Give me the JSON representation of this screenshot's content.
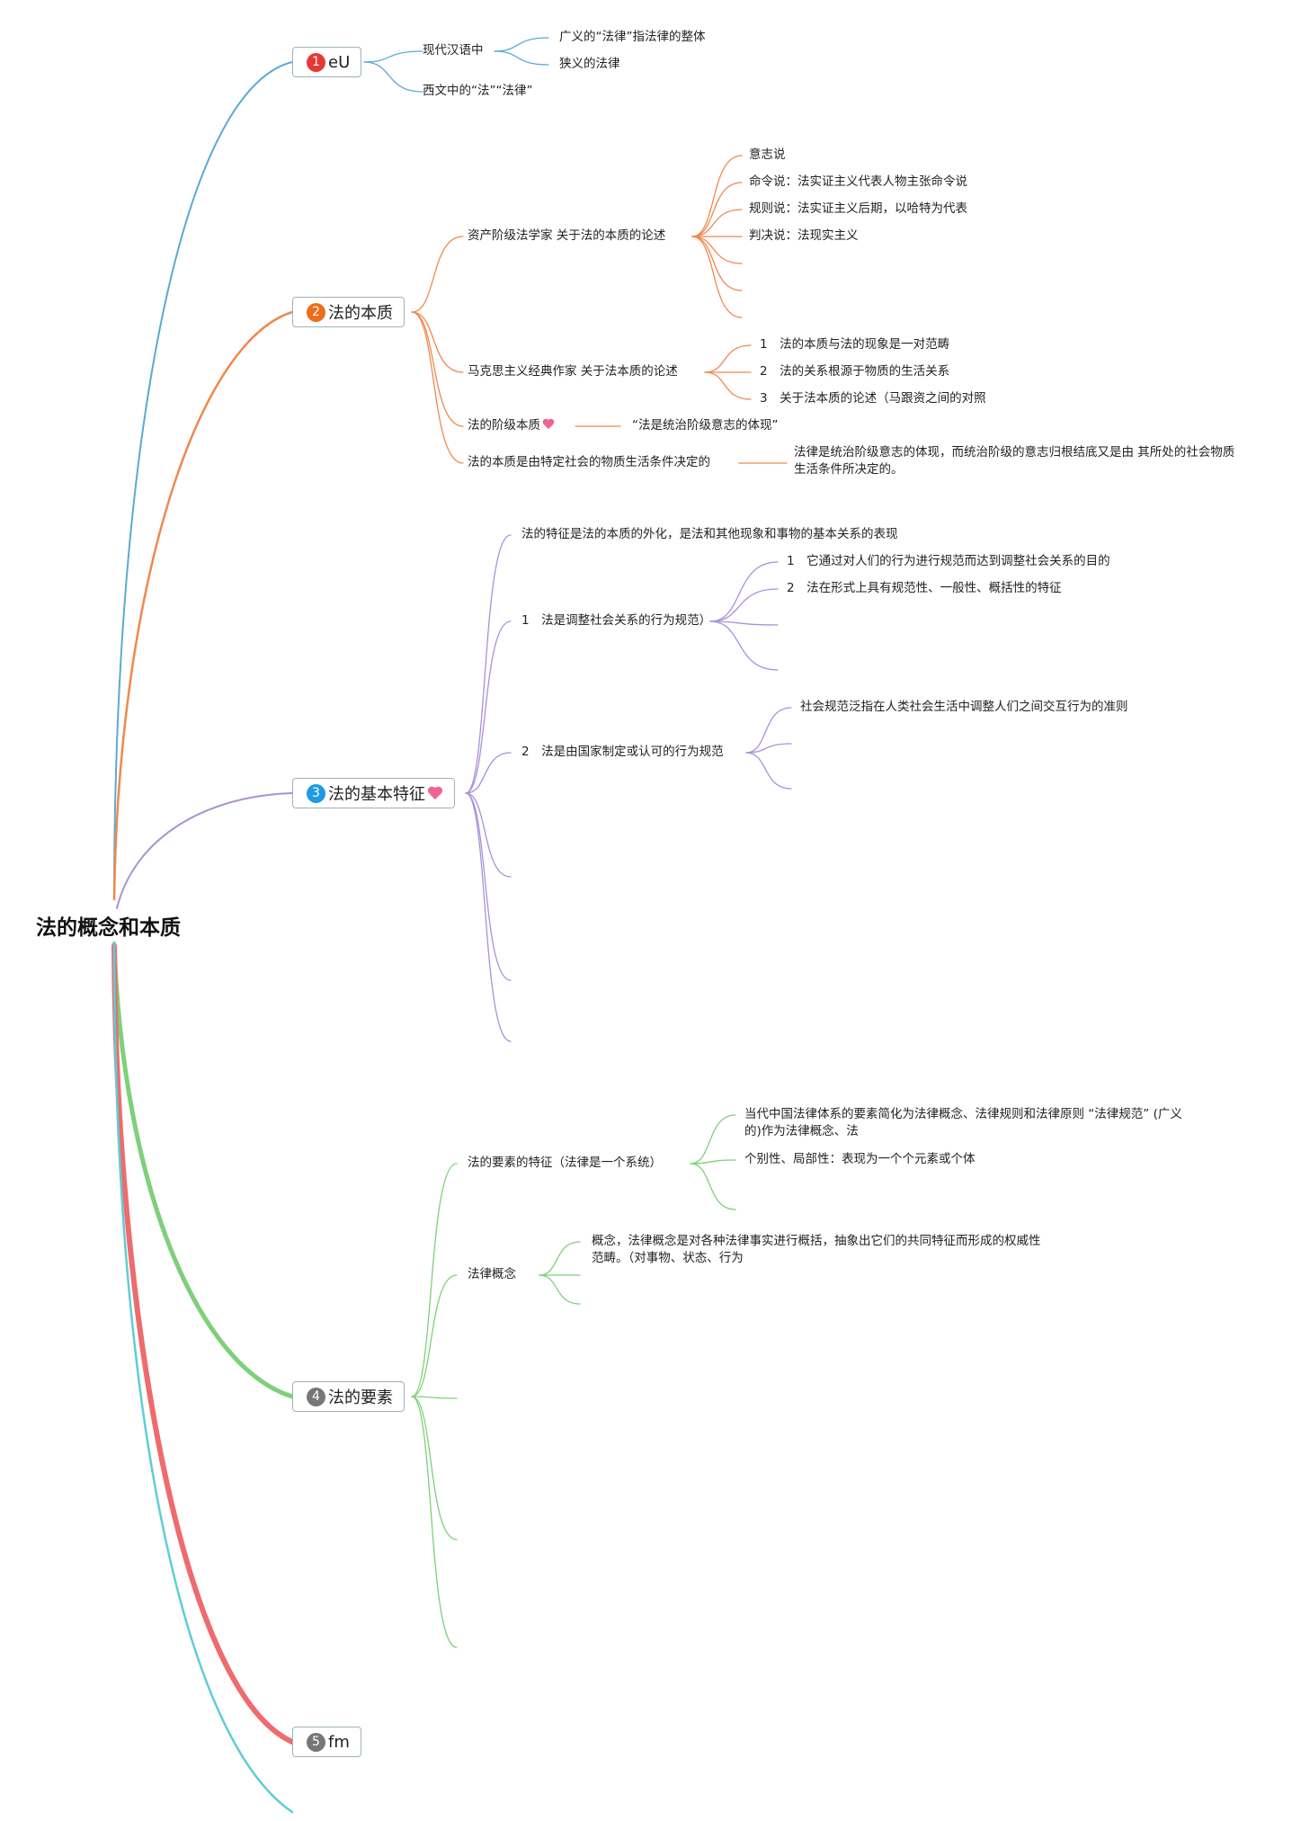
{
  "root": {
    "title": "法的概念和本质"
  },
  "colors": {
    "topic1": "#5aaad3",
    "topic2": "#f0884e",
    "topic3": "#a991d8",
    "topic4": "#7ed07a",
    "topic5": "#ee6b6e",
    "topic6": "#5ecdd6",
    "badge1": "#e53935",
    "badge2": "#ef6c1a",
    "badge3": "#1e9be0",
    "badge4": "#777777",
    "badge5": "#777777"
  },
  "topics": [
    {
      "badge": "1",
      "title": "eU",
      "children": [
        {
          "text": "现代汉语中",
          "children": [
            "广义的“法律”指法律的整体",
            "狭义的法律"
          ]
        },
        {
          "text": "西文中的“法”“法律”"
        }
      ]
    },
    {
      "badge": "2",
      "title": "法的本质",
      "children": [
        {
          "text": "资产阶级法学家 关于法的本质的论述",
          "children": [
            "意志说",
            "命令说：法实证主义代表人物主张命令说",
            "规则说：法实证主义后期，以哈特为代表",
            "判决说：法现实主义"
          ]
        },
        {
          "text": "马克思主义经典作家 关于法本质的论述",
          "children": [
            "1　法的本质与法的现象是一对范畴",
            "2　法的关系根源于物质的生活关系",
            "3　关于法本质的论述（马跟资之间的对照"
          ]
        },
        {
          "text": "法的阶级本质",
          "children": [
            "“法是统治阶级意志的体现”"
          ]
        },
        {
          "text": "法的本质是由特定社会的物质生活条件决定的",
          "children": [
            "法律是统治阶级意志的体现，而统治阶级的意志归根结底又是由 其所处的社会物质生活条件所决定的。"
          ]
        }
      ]
    },
    {
      "badge": "3",
      "title": "法的基本特征",
      "children": [
        {
          "text": "法的特征是法的本质的外化，是法和其他现象和事物的基本关系的表现"
        },
        {
          "text": "1　法是调整社会关系的行为规范）",
          "children": [
            "1　它通过对人们的行为进行规范而达到调整社会关系的目的",
            "2　法在形式上具有规范性、一般性、概括性的特征"
          ]
        },
        {
          "text": "2　法是由国家制定或认可的行为规范",
          "children": [
            "社会规范泛指在人类社会生活中调整人们之间交互行为的准则"
          ]
        }
      ]
    },
    {
      "badge": "4",
      "title": "法的要素",
      "children": [
        {
          "text": "法的要素的特征（法律是一个系统）",
          "children": [
            "当代中国法律体系的要素简化为法律概念、法律规则和法律原则 “法律规范” (广义的)作为法律概念、法",
            "个别性、局部性：表现为一个个元素或个体"
          ]
        },
        {
          "text": "法律概念",
          "children": [
            "概念，法律概念是对各种法律事实进行概括，抽象出它们的共同特征而形成的权威性范畴。（对事物、状态、行为"
          ]
        }
      ]
    },
    {
      "badge": "5",
      "title": "fm"
    }
  ]
}
